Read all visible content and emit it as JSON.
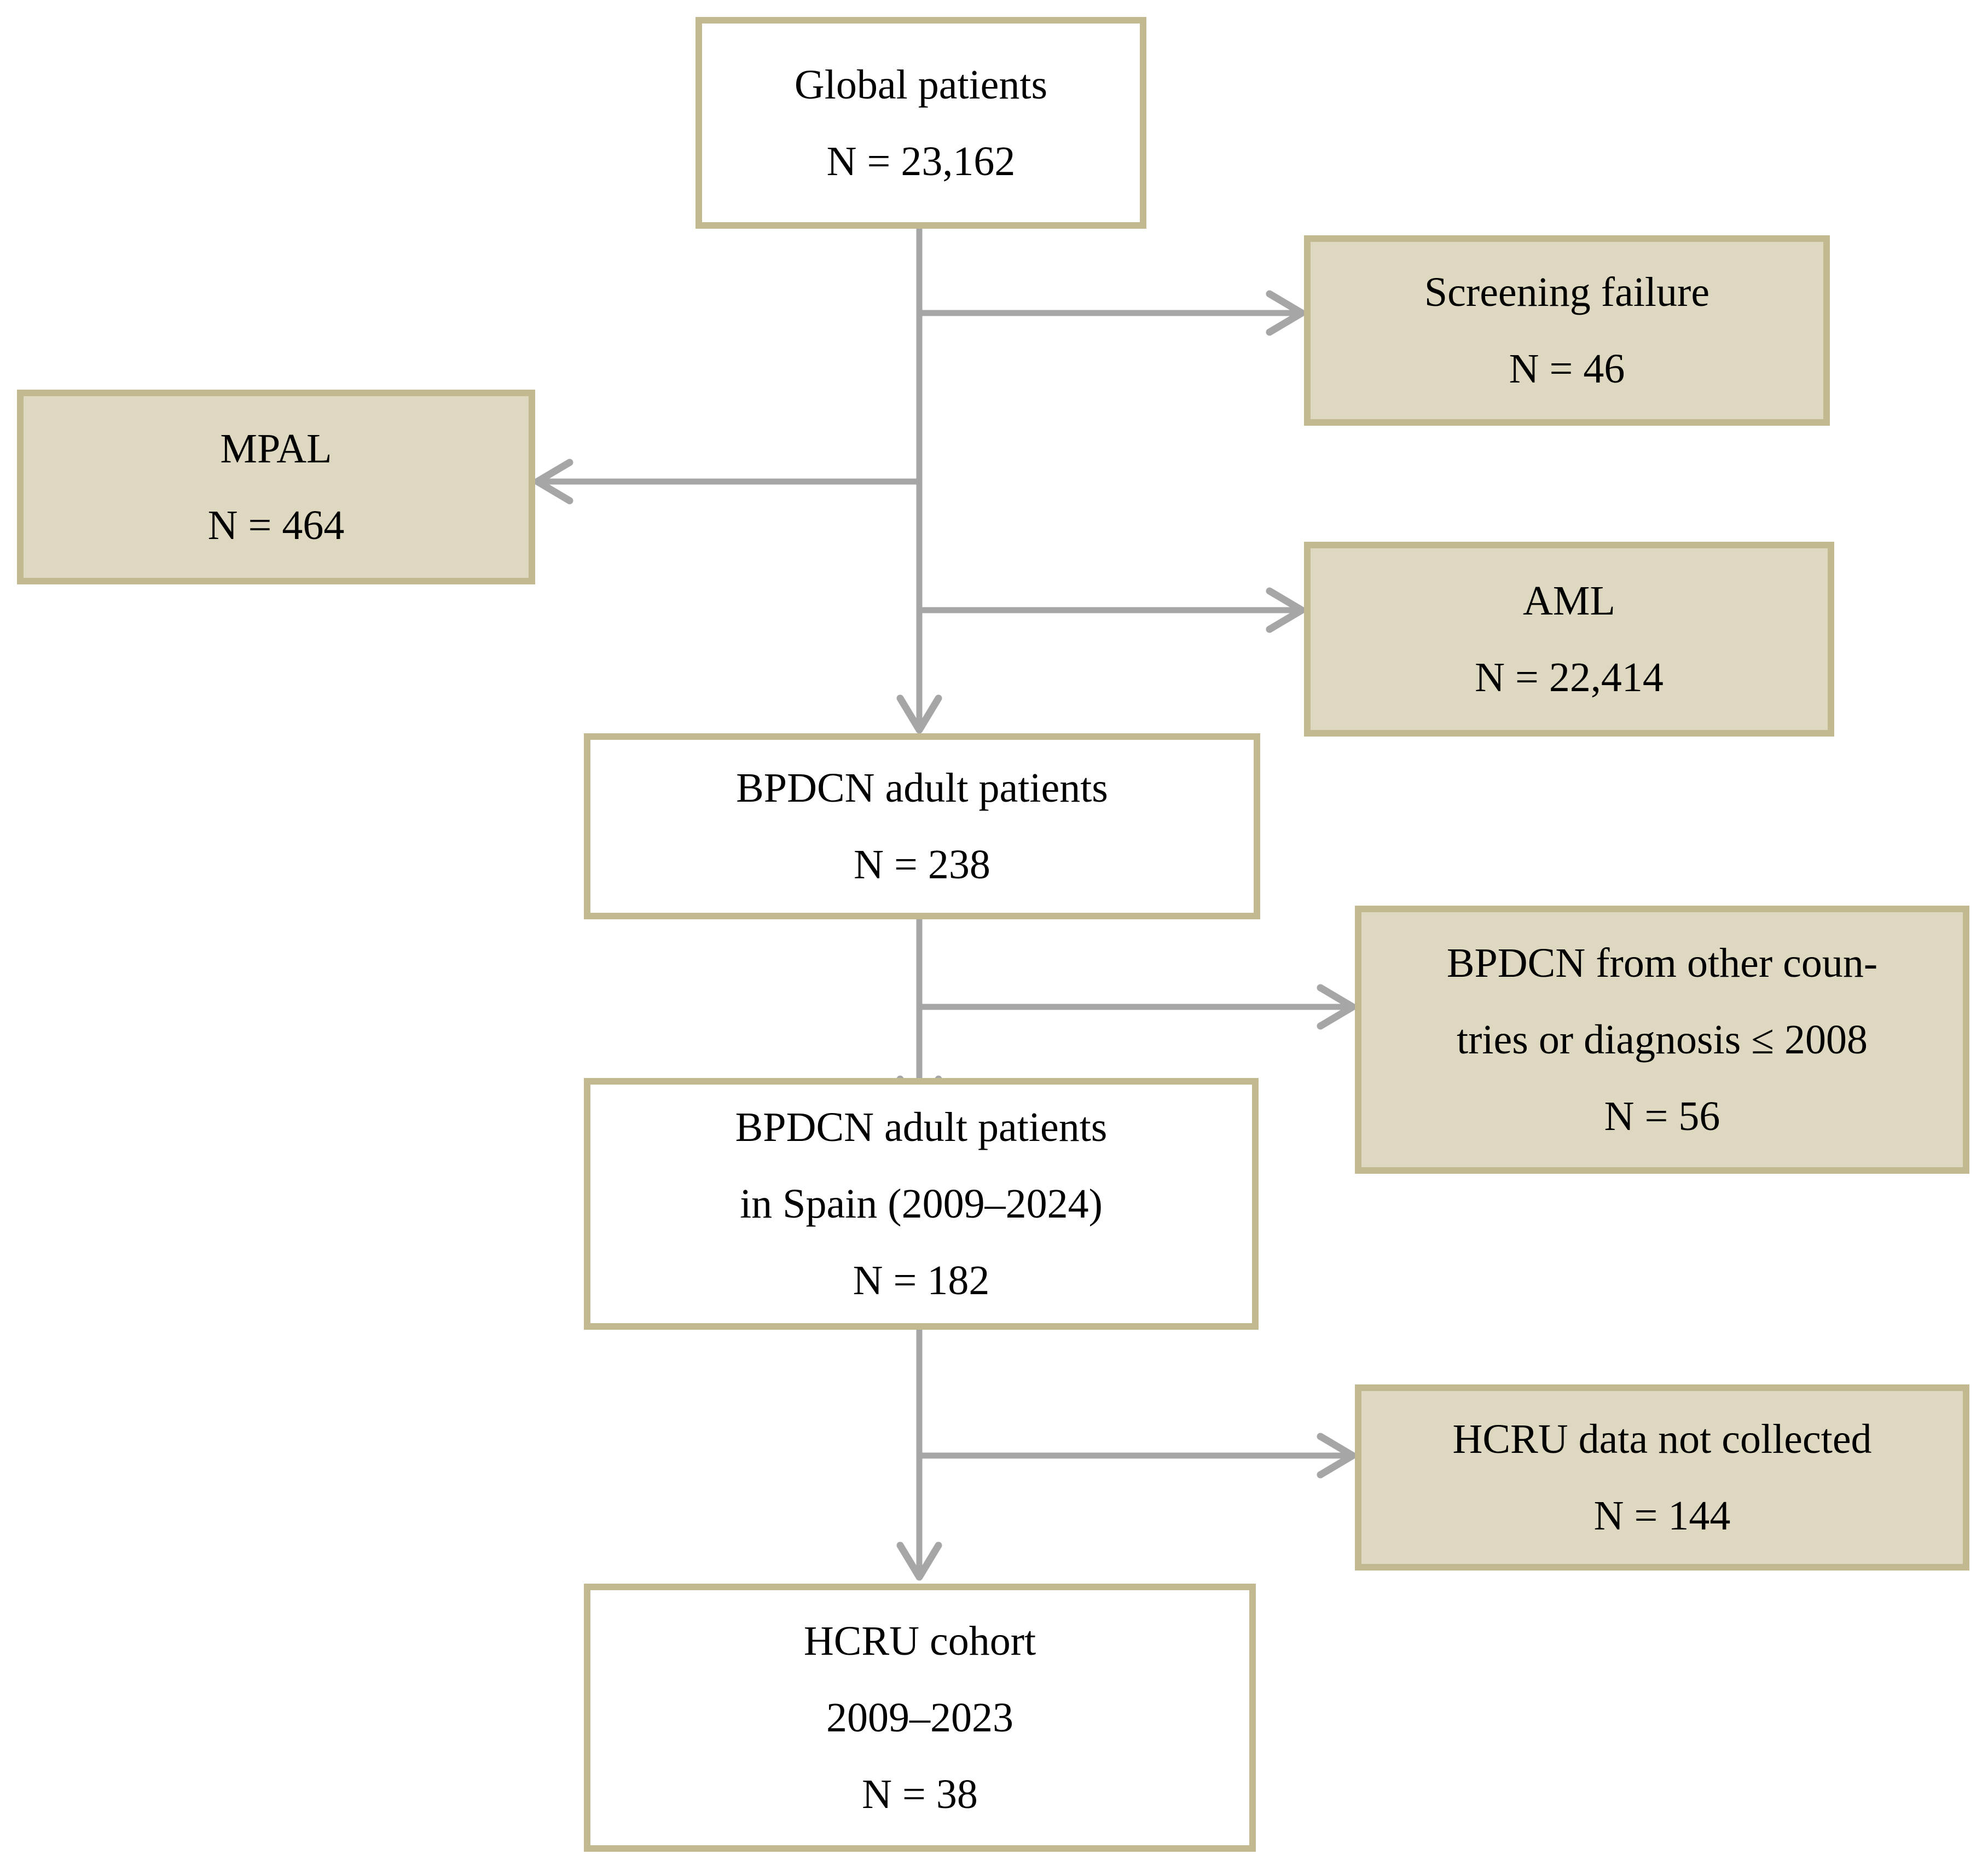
{
  "diagram": {
    "type": "patient-flowchart",
    "colors": {
      "box_fill_tan": "#ded8c1",
      "box_fill_white": "#ffffff",
      "box_border": "#c3b990",
      "arrow": "#a6a6a6",
      "text": "#000000",
      "background": "#ffffff"
    },
    "boxes": [
      {
        "id": "global-patients",
        "variant": "white",
        "lines": [
          "Global patients",
          "N = 23,162"
        ]
      },
      {
        "id": "screening-failure",
        "variant": "tan",
        "lines": [
          "Screening failure",
          "N = 46"
        ]
      },
      {
        "id": "mpal",
        "variant": "tan",
        "lines": [
          "MPAL",
          "N = 464"
        ]
      },
      {
        "id": "aml",
        "variant": "tan",
        "lines": [
          "AML",
          "N = 22,414"
        ]
      },
      {
        "id": "bpdcn-adult-patients",
        "variant": "white",
        "lines": [
          "BPDCN adult patients",
          "N = 238"
        ]
      },
      {
        "id": "bpdcn-other-countries",
        "variant": "tan",
        "lines": [
          "BPDCN from other coun-",
          "tries or diagnosis ≤ 2008",
          "N = 56"
        ]
      },
      {
        "id": "bpdcn-adult-patients-spain",
        "variant": "white",
        "lines": [
          "BPDCN adult patients",
          "in Spain (2009–2024)",
          "N = 182"
        ]
      },
      {
        "id": "hcru-data-not-collected",
        "variant": "tan",
        "lines": [
          "HCRU data not collected",
          "N = 144"
        ]
      },
      {
        "id": "hcru-cohort",
        "variant": "white",
        "lines": [
          "HCRU cohort",
          "2009–2023",
          "N = 38"
        ]
      }
    ],
    "edges": [
      {
        "from": "global-patients",
        "to": "screening-failure"
      },
      {
        "from": "global-patients",
        "to": "mpal"
      },
      {
        "from": "global-patients",
        "to": "aml"
      },
      {
        "from": "global-patients",
        "to": "bpdcn-adult-patients"
      },
      {
        "from": "bpdcn-adult-patients",
        "to": "bpdcn-other-countries"
      },
      {
        "from": "bpdcn-adult-patients",
        "to": "bpdcn-adult-patients-spain"
      },
      {
        "from": "bpdcn-adult-patients-spain",
        "to": "hcru-data-not-collected"
      },
      {
        "from": "bpdcn-adult-patients-spain",
        "to": "hcru-cohort"
      }
    ]
  }
}
